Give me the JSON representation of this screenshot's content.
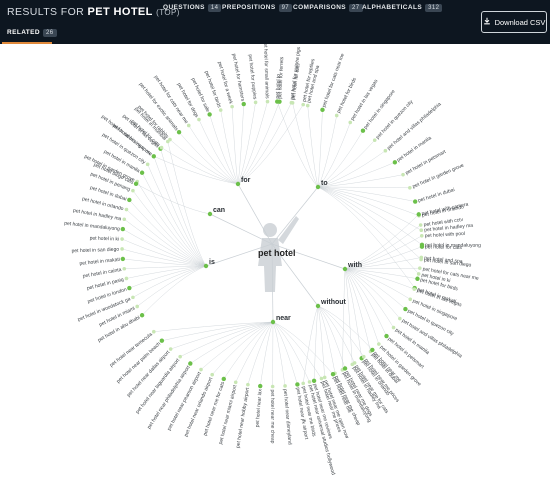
{
  "header": {
    "title_prefix": "RESULTS FOR",
    "keyword": "PET HOTEL",
    "title_suffix": "(TOP)",
    "tabs": [
      {
        "label": "QUESTIONS",
        "count": "14"
      },
      {
        "label": "PREPOSITIONS",
        "count": "97"
      },
      {
        "label": "COMPARISONS",
        "count": "27"
      },
      {
        "label": "ALPHABETICALS",
        "count": "312"
      }
    ],
    "related_label": "RELATED",
    "related_count": "26",
    "download_label": "Download CSV"
  },
  "colors": {
    "header_bg": "#0d1620",
    "accent": "#e0893b",
    "node_green": "#6cc04a",
    "node_light": "#c8e6b4",
    "branch_line": "#c9cfd4"
  },
  "icons": [
    "download-icon",
    "person-silhouette-icon"
  ],
  "wheel": {
    "center": "pet hotel",
    "branches": [
      {
        "label": "to",
        "leaves": [
          "pet hotel to",
          "pet hotel for cats",
          "pet hotel and spa",
          "pet hotel for cats near me",
          "pet hotel for birds",
          "pet hotel in las vegas",
          "pet hotel in singapore",
          "pet hotel in quezon city",
          "pet hotel and villas philadelphia",
          "pet hotel in manila",
          "pet hotel in petsmart",
          "pet hotel in garden grove",
          "pet hotel in dubai",
          "pet hotel in orlando",
          "pet hotel in hadley ma",
          "pet hotel in mandaluyong",
          "pet hotel in san diego",
          "pet hotel in ki",
          "pet hotel in makati"
        ]
      },
      {
        "label": "with",
        "leaves": [
          "pet hotel with camera",
          "pet hotel with cctv",
          "pet hotel with pool",
          "pet hotel for cats",
          "pet hotel and spa",
          "pet hotel for cats near me",
          "pet hotel for birds",
          "pet hotel in las vegas",
          "pet hotel in singapore",
          "pet hotel in quezon city",
          "pet hotel and villas philadelphia",
          "pet hotel in manila",
          "pet hotel in petsmart",
          "pet hotel in garden grove",
          "pet hotel in dubai",
          "pet hotel in orlando",
          "pet hotel in hadley ma",
          "pet hotel in mandaluyong"
        ]
      },
      {
        "label": "without",
        "leaves": [
          "pet hotel near me",
          "pet hotel near me prices",
          "pet hotel near me for cats",
          "pet hotel near me dogs",
          "pet hotel near me cheap",
          "pet hotel near me open now",
          "pet hotel near me reviews",
          "pet hotel near me birds"
        ]
      },
      {
        "label": "near",
        "leaves": [
          "pet hotel near me",
          "pet hotel near me prices",
          "pet hotel near universal studios hollywood",
          "pet hotel near jfk airport",
          "pet hotel near disneyland",
          "pet hotel near me cheap",
          "pet hotel near lax",
          "pet hotel near hobby airport",
          "pet hotel near miami airport",
          "pet hotel near me for cats",
          "pet hotel near orlando airport",
          "pet hotel near pearson airport",
          "pet hotel near philadelphia airport",
          "pet hotel near laguardia airport",
          "pet hotel near dallas airport",
          "pet hotel near palm beach",
          "pet hotel near temecula"
        ]
      },
      {
        "label": "is",
        "leaves": [
          "pet hotel in abu dhabi",
          "pet hotel in miami",
          "pet hotel in woodstock ga",
          "pet hotel in london",
          "pet hotel in pasig",
          "pet hotel in cainta",
          "pet hotel in makati",
          "pet hotel in san diego",
          "pet hotel in ki",
          "pet hotel in mandaluyong",
          "pet hotel in hadley ma",
          "pet hotel in orlando",
          "pet hotel in dubai",
          "pet hotel in penang",
          "pet hotel in garden grove",
          "pet hotel in manila",
          "pet hotel in quezon city",
          "pet hotel in singapore",
          "pet hotel in las vegas",
          "pet hotel in mumbai"
        ]
      },
      {
        "label": "can",
        "leaves": [
          "pet hotel bingo cats"
        ]
      },
      {
        "label": "for",
        "leaves": [
          "pet hotel for rabbits near me",
          "pet hotel for cats",
          "pet hotel for rabbits",
          "pet hotel for exotic animals",
          "pet hotel for cats near me",
          "pet hotel for dogs",
          "pet hotel for sale",
          "pet hotel for birds",
          "pet hotel for a week",
          "pet hotel for hamsters",
          "pet hotel for puppies",
          "pet hotel for small animals",
          "pet hotel for ferrets",
          "pet hotel for guinea pigs",
          "pet hotel for reptiles"
        ]
      }
    ]
  }
}
